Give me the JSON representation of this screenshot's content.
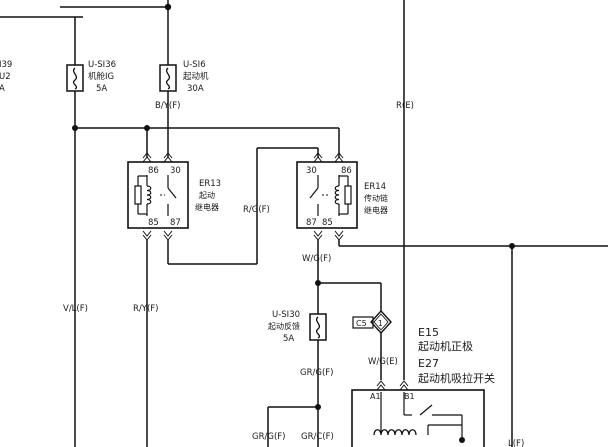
{
  "fuses": {
    "left_partial": {
      "line1": "I39",
      "line2": "U2",
      "line3": "A"
    },
    "usi36": {
      "id": "U-SI36",
      "name": "机舱IG",
      "rating": "5A"
    },
    "usi6": {
      "id": "U-SI6",
      "name": "起动机",
      "rating": "30A"
    },
    "usi30": {
      "id": "U-SI30",
      "name": "起动反馈",
      "rating": "5A"
    }
  },
  "relays": {
    "er13": {
      "id": "ER13",
      "name_line1": "起动",
      "name_line2": "继电器",
      "pins": {
        "p86": "86",
        "p30": "30",
        "p85": "85",
        "p87": "87"
      }
    },
    "er14": {
      "id": "ER14",
      "name_line1": "传动链",
      "name_line2": "继电器",
      "pins": {
        "p30": "30",
        "p86": "86",
        "p87": "87",
        "p85": "85"
      }
    }
  },
  "wires": {
    "byf": "B/Y(F)",
    "re": "R(E)",
    "rgf": "R/G(F)",
    "wgf": "W/G(F)",
    "vlf": "V/L(F)",
    "ryf": "R/Y(F)",
    "wge": "W/G(E)",
    "grgf": "GR/G(F)",
    "grgf_bottom_left": "GR/G(F)",
    "grcf_bottom": "GR/C(F)",
    "lf_partial": "L(F)"
  },
  "connector": {
    "label": "C5",
    "pin": "1"
  },
  "components": {
    "e15": {
      "id": "E15",
      "name": "起动机正极"
    },
    "e27": {
      "id": "E27",
      "name": "起动机吸拉开关"
    }
  },
  "starter_pins": {
    "a1": "A1",
    "b1": "B1"
  }
}
